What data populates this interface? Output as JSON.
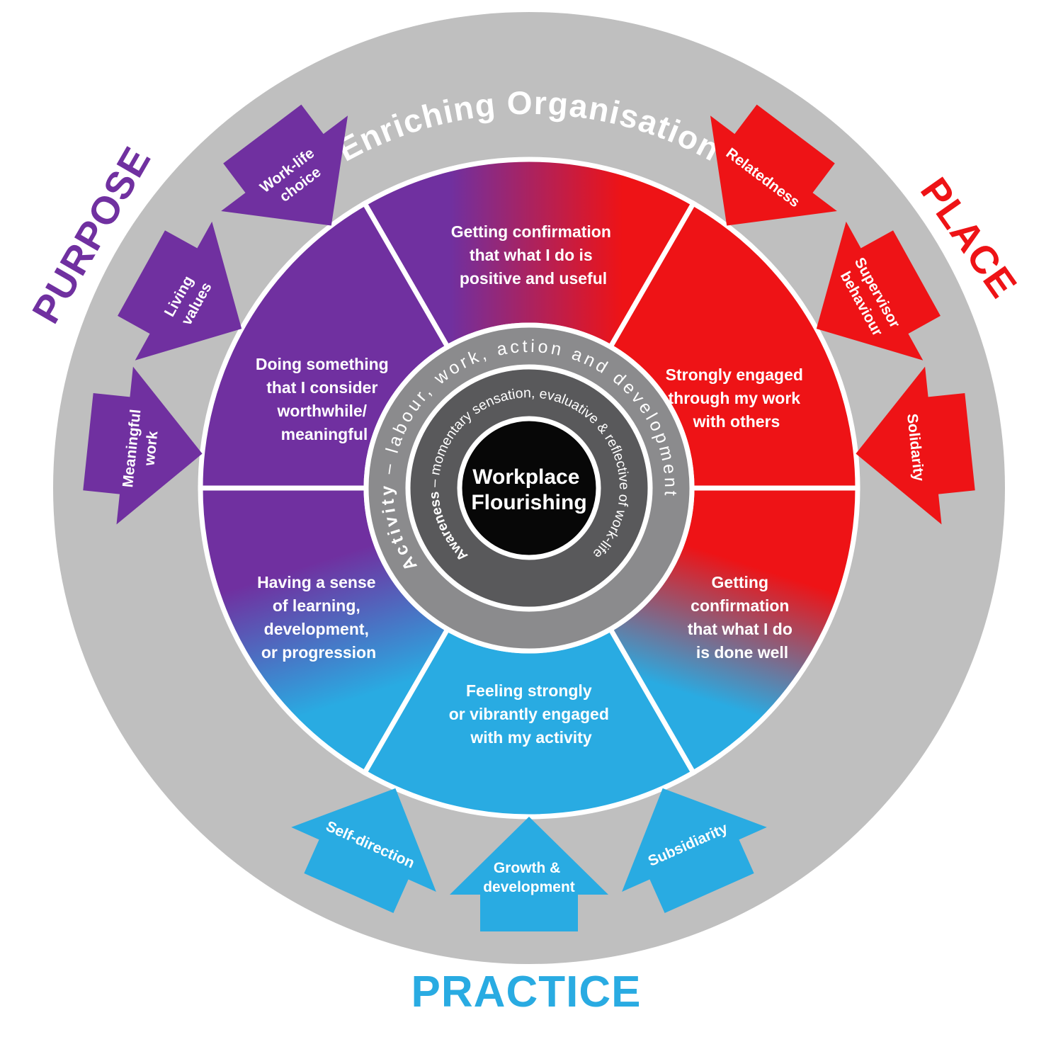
{
  "palette": {
    "purple": "#7030A0",
    "red": "#EE1316",
    "blue": "#29ABE2",
    "outer_gray": "#BFBFBF",
    "activity_gray": "#8B8B8D",
    "awareness_gray": "#59595B",
    "center_black": "#070707",
    "white": "#FFFFFF"
  },
  "outer_ring": {
    "label": "Enriching Organisation"
  },
  "axis_labels": {
    "purpose": "PURPOSE",
    "place": "PLACE",
    "practice": "PRACTICE"
  },
  "center": {
    "line1": "Workplace",
    "line2": "Flourishing"
  },
  "activity_ring": {
    "bold": "Activity",
    "rest": " – labour, work, action and development"
  },
  "awareness_ring": {
    "bold": "Awareness",
    "rest": " – momentary sensation, evaluative & reflective of work-life"
  },
  "segments": {
    "top": {
      "lines": [
        "Getting confirmation",
        "that what I do is",
        "positive and useful"
      ]
    },
    "top_left": {
      "lines": [
        "Doing something",
        "that I consider",
        "worthwhile/",
        "meaningful"
      ]
    },
    "top_right": {
      "lines": [
        "Strongly engaged",
        "through my work",
        "with others"
      ]
    },
    "bottom_left": {
      "lines": [
        "Having a sense",
        "of learning,",
        "development,",
        "or progression"
      ]
    },
    "bottom": {
      "lines": [
        "Feeling strongly",
        "or vibrantly engaged",
        "with my activity"
      ]
    },
    "bottom_right": {
      "lines": [
        "Getting",
        "confirmation",
        "that what I do",
        "is done well"
      ]
    }
  },
  "arrows": {
    "work_life_choice": {
      "line1": "Work-life",
      "line2": "choice"
    },
    "living_values": {
      "line1": "Living",
      "line2": "values"
    },
    "meaningful_work": {
      "line1": "Meaningful",
      "line2": "work"
    },
    "relatedness": {
      "line1": "Relatedness"
    },
    "supervisor_behaviour": {
      "line1": "Supervisor",
      "line2": "behaviour"
    },
    "solidarity": {
      "line1": "Solidarity"
    },
    "self_direction": {
      "line1": "Self-direction"
    },
    "growth_development": {
      "line1": "Growth &",
      "line2": "development"
    },
    "subsidiarity": {
      "line1": "Subsidiarity"
    }
  }
}
